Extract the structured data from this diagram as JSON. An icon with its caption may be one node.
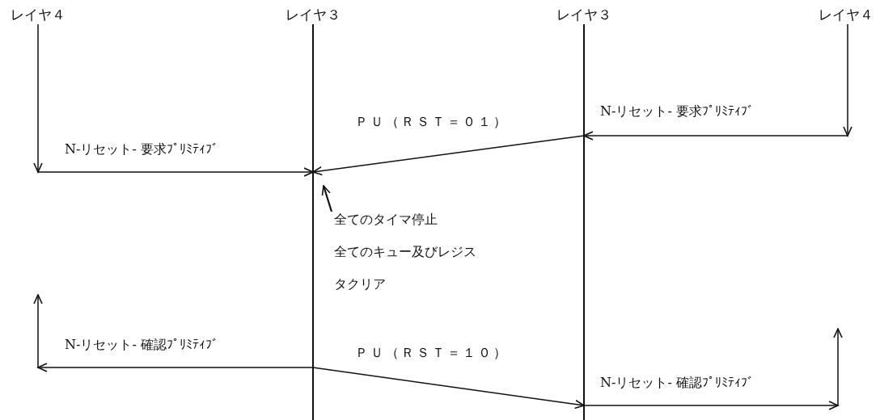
{
  "diagram": {
    "nodes": [
      {
        "text": [
          "レイヤ４"
        ]
      },
      {
        "text": [
          "レイヤ３"
        ]
      },
      {
        "text": [
          "レイヤ３"
        ]
      },
      {
        "text": [
          "レイヤ４"
        ]
      },
      {
        "text": [
          "全てのタイマ停止",
          "全てのキュー及びレジスタクリア"
        ]
      }
    ],
    "edges": [
      {
        "from": 0,
        "to": 1,
        "arrow": "to",
        "label": "N-リセット- 要求ﾌﾟﾘﾐﾃｨﾌﾞ"
      },
      {
        "from": 2,
        "to": 1,
        "arrow": "to",
        "label": "ＰＵ（ＲＳＴ＝０１）"
      },
      {
        "from": 3,
        "to": 2,
        "arrow": "to",
        "label": "N-リセット- 要求ﾌﾟﾘﾐﾃｨﾌﾞ"
      },
      {
        "from": 1,
        "to": null,
        "arrow": "to",
        "label": "N-リセット- 確認ﾌﾟﾘﾐﾃｨﾌﾞ"
      },
      {
        "from": 1,
        "to": 2,
        "arrow": "to",
        "label": "ＰＵ（ＲＳＴ＝１０）"
      },
      {
        "from": 2,
        "to": null,
        "arrow": "to",
        "label": "N-リセット- 確認ﾌﾟﾘﾐﾃｨﾌﾞ"
      },
      {
        "from": 4,
        "to": 1,
        "arrow": "to"
      }
    ]
  }
}
